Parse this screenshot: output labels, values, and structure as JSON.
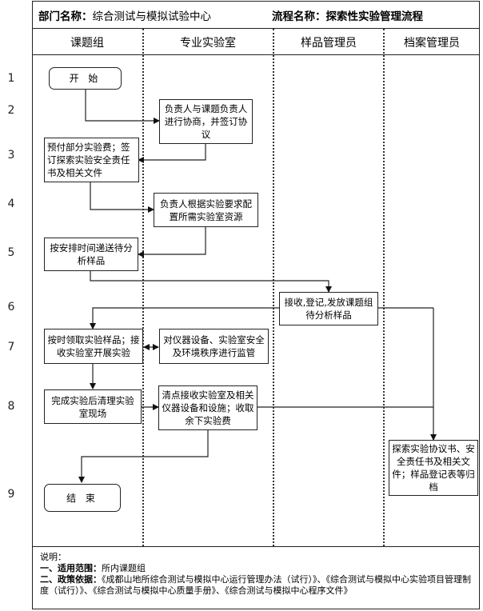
{
  "header": {
    "dept_label": "部门名称：",
    "dept_value": "综合测试与模拟试验中心",
    "flow_label": "流程名称：",
    "flow_value": "探索性实验管理流程"
  },
  "lanes": [
    "课题组",
    "专业实验室",
    "样品管理员",
    "档案管理员"
  ],
  "rows": [
    "1",
    "2",
    "3",
    "4",
    "5",
    "6",
    "7",
    "8",
    "9"
  ],
  "steps": {
    "start": "开 始",
    "negotiate": "负责人与课题负责人进行协商，并签订协议",
    "prepay": "预付部分实验费；签订探索实验安全责任书及相关文件",
    "allocate": "负责人根据实验要求配置所需实验室资源",
    "deliver": "按安排时间递送待分析样品",
    "receive": "接收,登记,发放课题组待分析样品",
    "collect": "按时领取实验样品；接收实验室开展实验",
    "supervise": "对仪器设备、实验室安全及环境秩序进行监管",
    "cleanup": "完成实验后清理实验室现场",
    "checkin": "清点接收实验室及相关仪器设备和设施；收取余下实验费",
    "archive": "探索实验协议书、安全责任书及相关文件；样品登记表等归档",
    "end": "结 束"
  },
  "notes": {
    "title": "说明：",
    "scope_label": "一、适用范围：",
    "scope_value": "所内课题组",
    "policy_label": "二、政策依据：",
    "policy_value": "《成都山地所综合测试与模拟中心运行管理办法（试行）》、《综合测试与模拟中心实验项目管理制度（试行）》、《综合测试与模拟中心质量手册》、《综合测试与模拟中心程序文件》"
  }
}
